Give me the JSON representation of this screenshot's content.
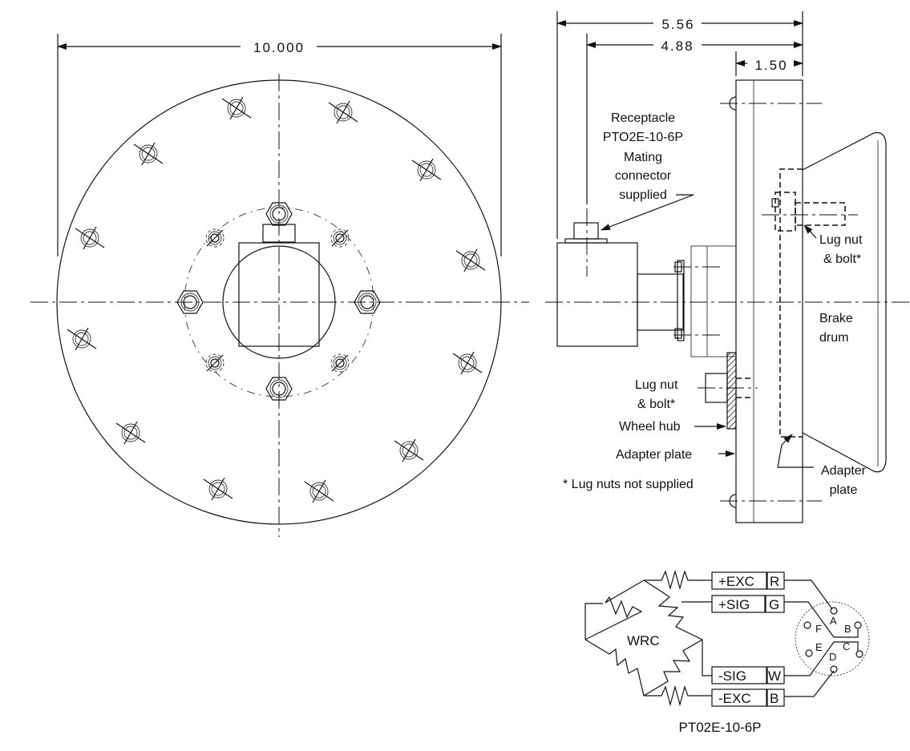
{
  "front_view": {
    "dimension_diameter": "10.000"
  },
  "side_view": {
    "dimension_overall": "5.56",
    "dimension_connector": "4.88",
    "dimension_plate": "1.50",
    "receptacle_label": [
      "Receptacle",
      "PTO2E-10-6P",
      "Mating",
      "connector",
      "supplied"
    ],
    "lug_nut_upper": [
      "Lug nut",
      "& bolt*"
    ],
    "brake_drum": [
      "Brake",
      "drum"
    ],
    "lug_nut_lower": [
      "Lug nut",
      "& bolt*"
    ],
    "wheel_hub": "Wheel hub",
    "adapter_plate_left": "Adapter plate",
    "adapter_plate_right": [
      "Adapter",
      "plate"
    ],
    "footnote": "* Lug nuts not supplied"
  },
  "wiring": {
    "bridge_label": "WRC",
    "connector_name": "PT02E-10-6P",
    "signals": [
      {
        "name": "+EXC",
        "color_code": "R",
        "pin": "A"
      },
      {
        "name": "+SIG",
        "color_code": "G",
        "pin": "B"
      },
      {
        "name": "-SIG",
        "color_code": "W",
        "pin": "C"
      },
      {
        "name": "-EXC",
        "color_code": "B",
        "pin": "D"
      }
    ],
    "pins": [
      "A",
      "B",
      "C",
      "D",
      "E",
      "F"
    ]
  }
}
